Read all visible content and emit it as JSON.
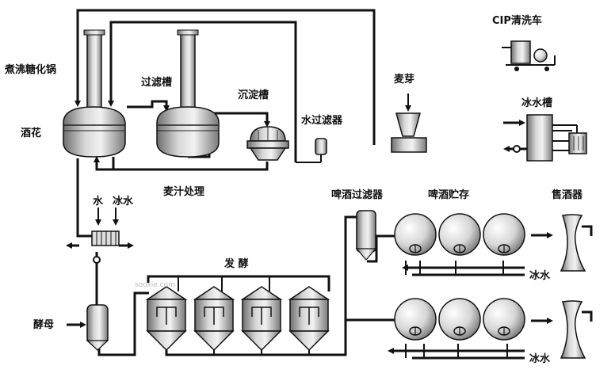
{
  "labels": {
    "boil_kettle": "煮沸糖化锅",
    "hops": "酒花",
    "lauter_tun": "过滤槽",
    "settling_tank": "沉淀槽",
    "water_filter": "水过滤器",
    "malt": "麦芽",
    "cip_cart": "CIP清洗车",
    "ice_water_tank": "冰水槽",
    "wort_treatment": "麦汁处理",
    "water": "水",
    "ice_water": "冰水",
    "beer_filter": "啤酒过滤器",
    "beer_storage": "啤酒贮存",
    "dispenser": "售酒器",
    "fermentation": "发 酵",
    "yeast": "酵母",
    "ice_water_upper": "冰水",
    "ice_water_lower": "冰水"
  },
  "watermark": "sooxie.com",
  "colors": {
    "line": "#111111",
    "vessel_dark": "#777777",
    "vessel_mid": "#bbbbbb",
    "vessel_light": "#eeeeee"
  }
}
